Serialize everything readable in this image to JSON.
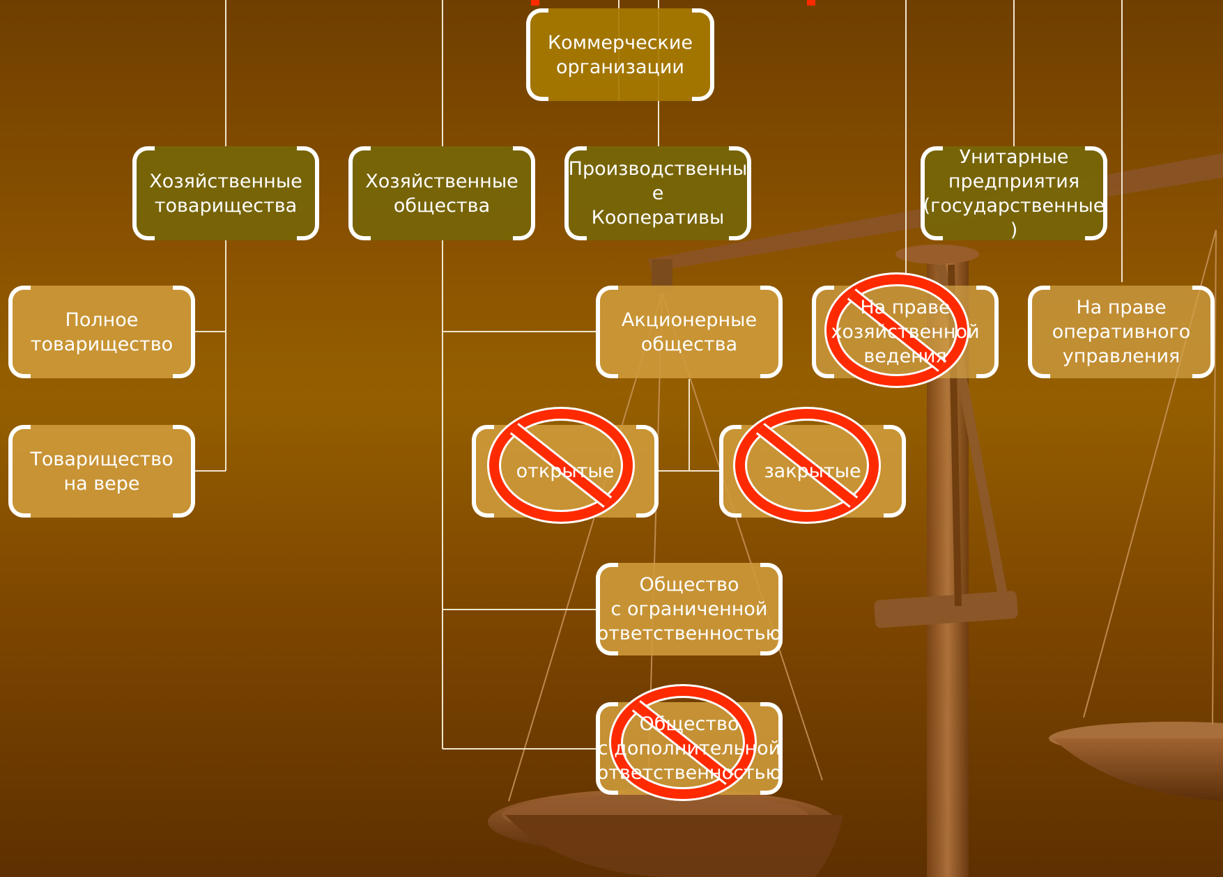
{
  "title_fragment": "",
  "nodes": {
    "root": "Коммерческие\nорганизации",
    "partnerships": "Хозяйственные\nтоварищества",
    "companies": "Хозяйственные\nобщества",
    "coops": "Производственны\nе\nКооперативы",
    "unitary": "Унитарные\nпредприятия\n(государственные\n)",
    "full_partnership": "Полное\nтоварищество",
    "limited_partnership": "Товарищество\nна вере",
    "joint_stock": "Акционерные\nобщества",
    "economic_management": "На праве\nхозяйственной\nведения",
    "operational_management": "На праве\nоперативного\nуправления",
    "open_jsc": "открытые",
    "closed_jsc": "закрытые",
    "llc": "Общество\nс ограниченной\nответственностью",
    "alc": "Общество\nс дополнительной\nответственностью"
  },
  "colors": {
    "connector": "#f2e6cc",
    "ban_ring": "#ff2a00",
    "ban_outline": "#ffffff"
  }
}
